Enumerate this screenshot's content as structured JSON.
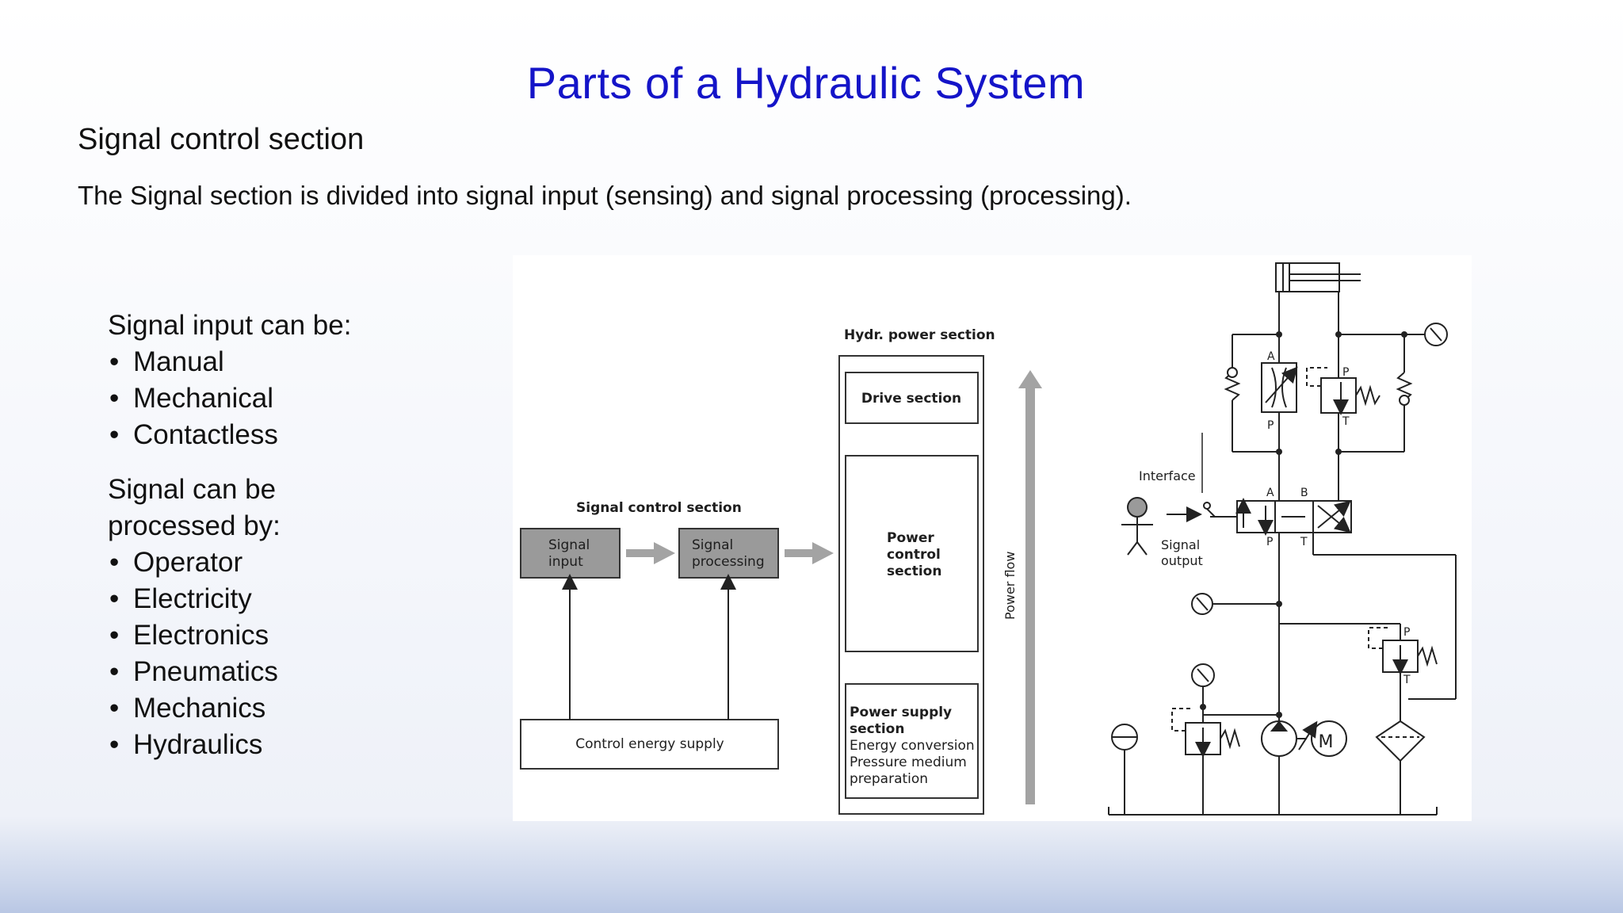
{
  "slide": {
    "title": "Parts of a Hydraulic System",
    "subtitle": "Signal control section",
    "description": "The Signal section is divided into signal input (sensing) and signal processing (processing).",
    "input_heading": "Signal input can be:",
    "input_items": [
      "Manual",
      "Mechanical",
      "Contactless"
    ],
    "processing_heading_line1": "Signal can be",
    "processing_heading_line2": "processed by:",
    "processing_items": [
      "Operator",
      "Electricity",
      "Electronics",
      "Pneumatics",
      "Mechanics",
      "Hydraulics"
    ]
  },
  "diagram": {
    "signal_control_label": "Signal control section",
    "signal_input_l1": "Signal",
    "signal_input_l2": "input",
    "signal_processing_l1": "Signal",
    "signal_processing_l2": "processing",
    "control_energy_supply": "Control energy supply",
    "hydr_power_section": "Hydr. power section",
    "drive_section": "Drive section",
    "power_control_l1": "Power",
    "power_control_l2": "control",
    "power_control_l3": "section",
    "power_supply_l1": "Power supply",
    "power_supply_l2": "section",
    "power_supply_l3": "Energy conversion",
    "power_supply_l4": "Pressure medium",
    "power_supply_l5": "preparation",
    "power_flow": "Power flow",
    "interface": "Interface",
    "signal_output_l1": "Signal",
    "signal_output_l2": "output",
    "port_a": "A",
    "port_b": "B",
    "port_p": "P",
    "port_t": "T",
    "motor": "M"
  },
  "colors": {
    "title": "#1414c8",
    "box_gray": "#9a9a9a",
    "arrow_gray": "#a3a3a3"
  }
}
